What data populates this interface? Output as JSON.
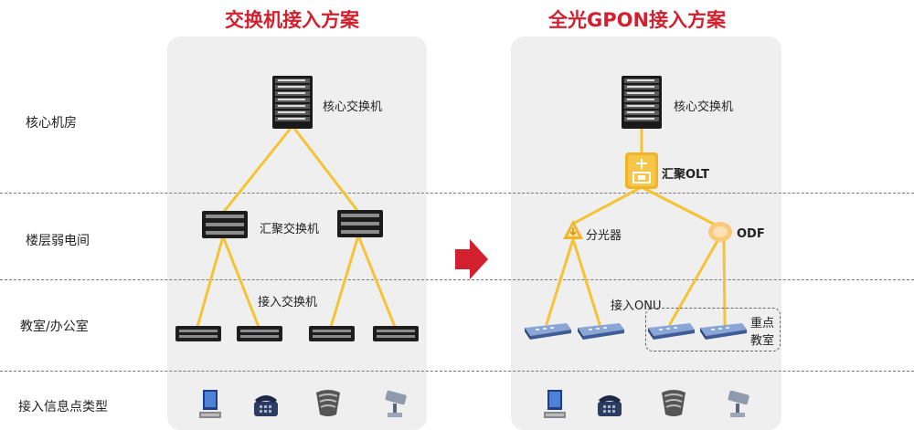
{
  "titles": {
    "left": "交换机接入方案",
    "right": "全光GPON接入方案"
  },
  "row_labels": {
    "core": "核心机房",
    "floor": "楼层弱电间",
    "classroom": "教室/办公室",
    "endpoint": "接入信息点类型"
  },
  "left": {
    "core_label": "核心交换机",
    "agg_label": "汇聚交换机",
    "access_label": "接入交换机"
  },
  "right": {
    "core_label": "核心交换机",
    "olt_label": "汇聚OLT",
    "splitter_label": "分光器",
    "odf_label": "ODF",
    "onu_label": "接入ONU",
    "key_room_label_1": "重点",
    "key_room_label_2": "教室"
  },
  "colors": {
    "title": "#d2202e",
    "link": "#f5c334",
    "panel": "#efefef",
    "arrow": "#d2202e"
  },
  "icons": [
    "server-rack-icon",
    "switch-icon",
    "olt-icon",
    "splitter-icon",
    "odf-icon",
    "onu-icon",
    "pc-icon",
    "phone-icon",
    "speaker-icon",
    "camera-icon",
    "arrow-right-icon"
  ]
}
